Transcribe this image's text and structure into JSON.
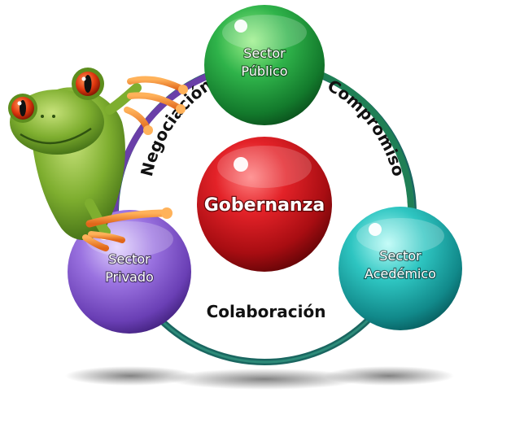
{
  "center": {
    "label": "Gobernanza",
    "color": "#c8151b"
  },
  "nodes": {
    "top": {
      "line1": "Sector",
      "line2": "Público",
      "color": "#1f9a3a"
    },
    "left": {
      "line1": "Sector",
      "line2": "Privado",
      "color": "#7a4fc7"
    },
    "right": {
      "line1": "Sector",
      "line2": "Acedémico",
      "color": "#1aa6a4"
    }
  },
  "relations": {
    "left_top": "Negociación",
    "top_right": "Compromiso",
    "bottom": "Colaboración"
  },
  "mascot": "frog-pointing"
}
